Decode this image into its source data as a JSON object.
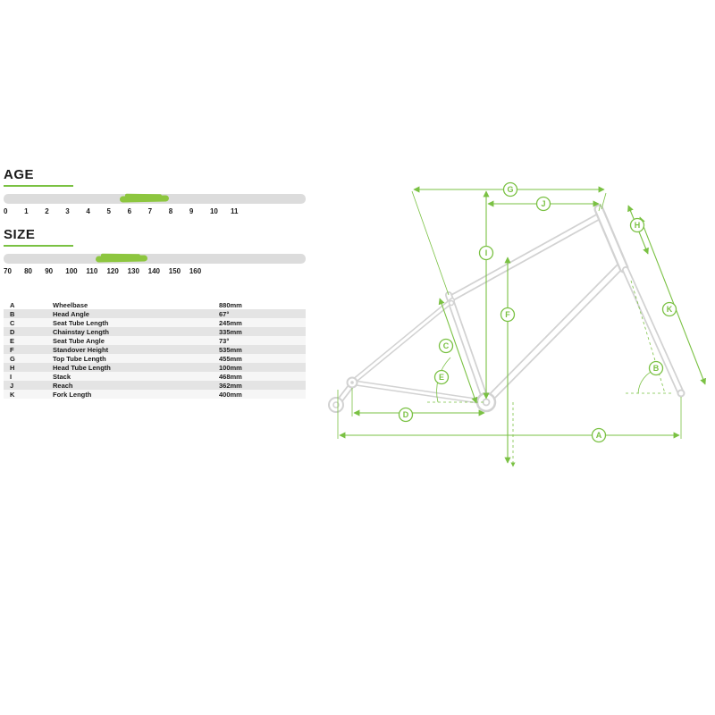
{
  "colors": {
    "accent": "#7ac143",
    "blob": "#8dc63f",
    "bar": "#dcdcdc",
    "frame": "#d2d2d2",
    "row_alt": "#e4e4e4"
  },
  "age_section": {
    "title": "AGE",
    "ticks": [
      "0",
      "1",
      "2",
      "3",
      "4",
      "5",
      "6",
      "7",
      "8",
      "9",
      "10",
      "11"
    ],
    "highlight_range": "6-7"
  },
  "size_section": {
    "title": "SIZE",
    "ticks": [
      "70",
      "80",
      "90",
      "100",
      "110",
      "120",
      "130",
      "140",
      "150",
      "160"
    ],
    "highlight_range": "120-130"
  },
  "geometry_table": {
    "rows": [
      {
        "letter": "A",
        "name": "Wheelbase",
        "value": "880mm"
      },
      {
        "letter": "B",
        "name": "Head Angle",
        "value": "67°"
      },
      {
        "letter": "C",
        "name": "Seat Tube Length",
        "value": "245mm"
      },
      {
        "letter": "D",
        "name": "Chainstay Length",
        "value": "335mm"
      },
      {
        "letter": "E",
        "name": "Seat Tube Angle",
        "value": "73°"
      },
      {
        "letter": "F",
        "name": "Standover Height",
        "value": "535mm"
      },
      {
        "letter": "G",
        "name": "Top Tube Length",
        "value": "455mm"
      },
      {
        "letter": "H",
        "name": "Head Tube Length",
        "value": "100mm"
      },
      {
        "letter": "I",
        "name": "Stack",
        "value": "468mm"
      },
      {
        "letter": "J",
        "name": "Reach",
        "value": "362mm"
      },
      {
        "letter": "K",
        "name": "Fork Length",
        "value": "400mm"
      }
    ]
  },
  "diagram": {
    "labels": {
      "a": "A",
      "b": "B",
      "c": "C",
      "d": "D",
      "e": "E",
      "f": "F",
      "g": "G",
      "h": "H",
      "i": "I",
      "j": "J",
      "k": "K"
    }
  }
}
